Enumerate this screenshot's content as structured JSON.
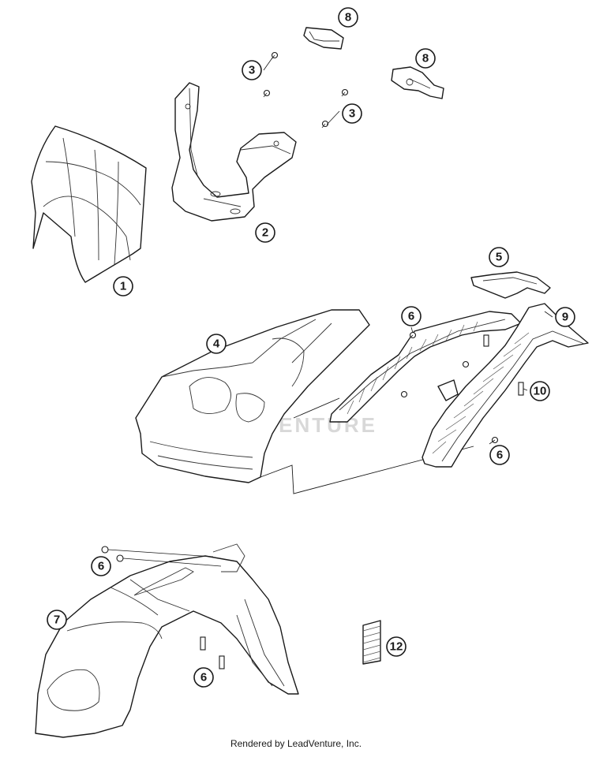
{
  "callouts": {
    "c1": "1",
    "c2": "2",
    "c3a": "3",
    "c3b": "3",
    "c4": "4",
    "c5": "5",
    "c6a": "6",
    "c6b": "6",
    "c6c": "6",
    "c6d": "6",
    "c7": "7",
    "c8a": "8",
    "c8b": "8",
    "c9": "9",
    "c10": "10",
    "c12": "12"
  },
  "watermark": "LEADVENTURE",
  "footer": "Rendered by LeadVenture, Inc."
}
